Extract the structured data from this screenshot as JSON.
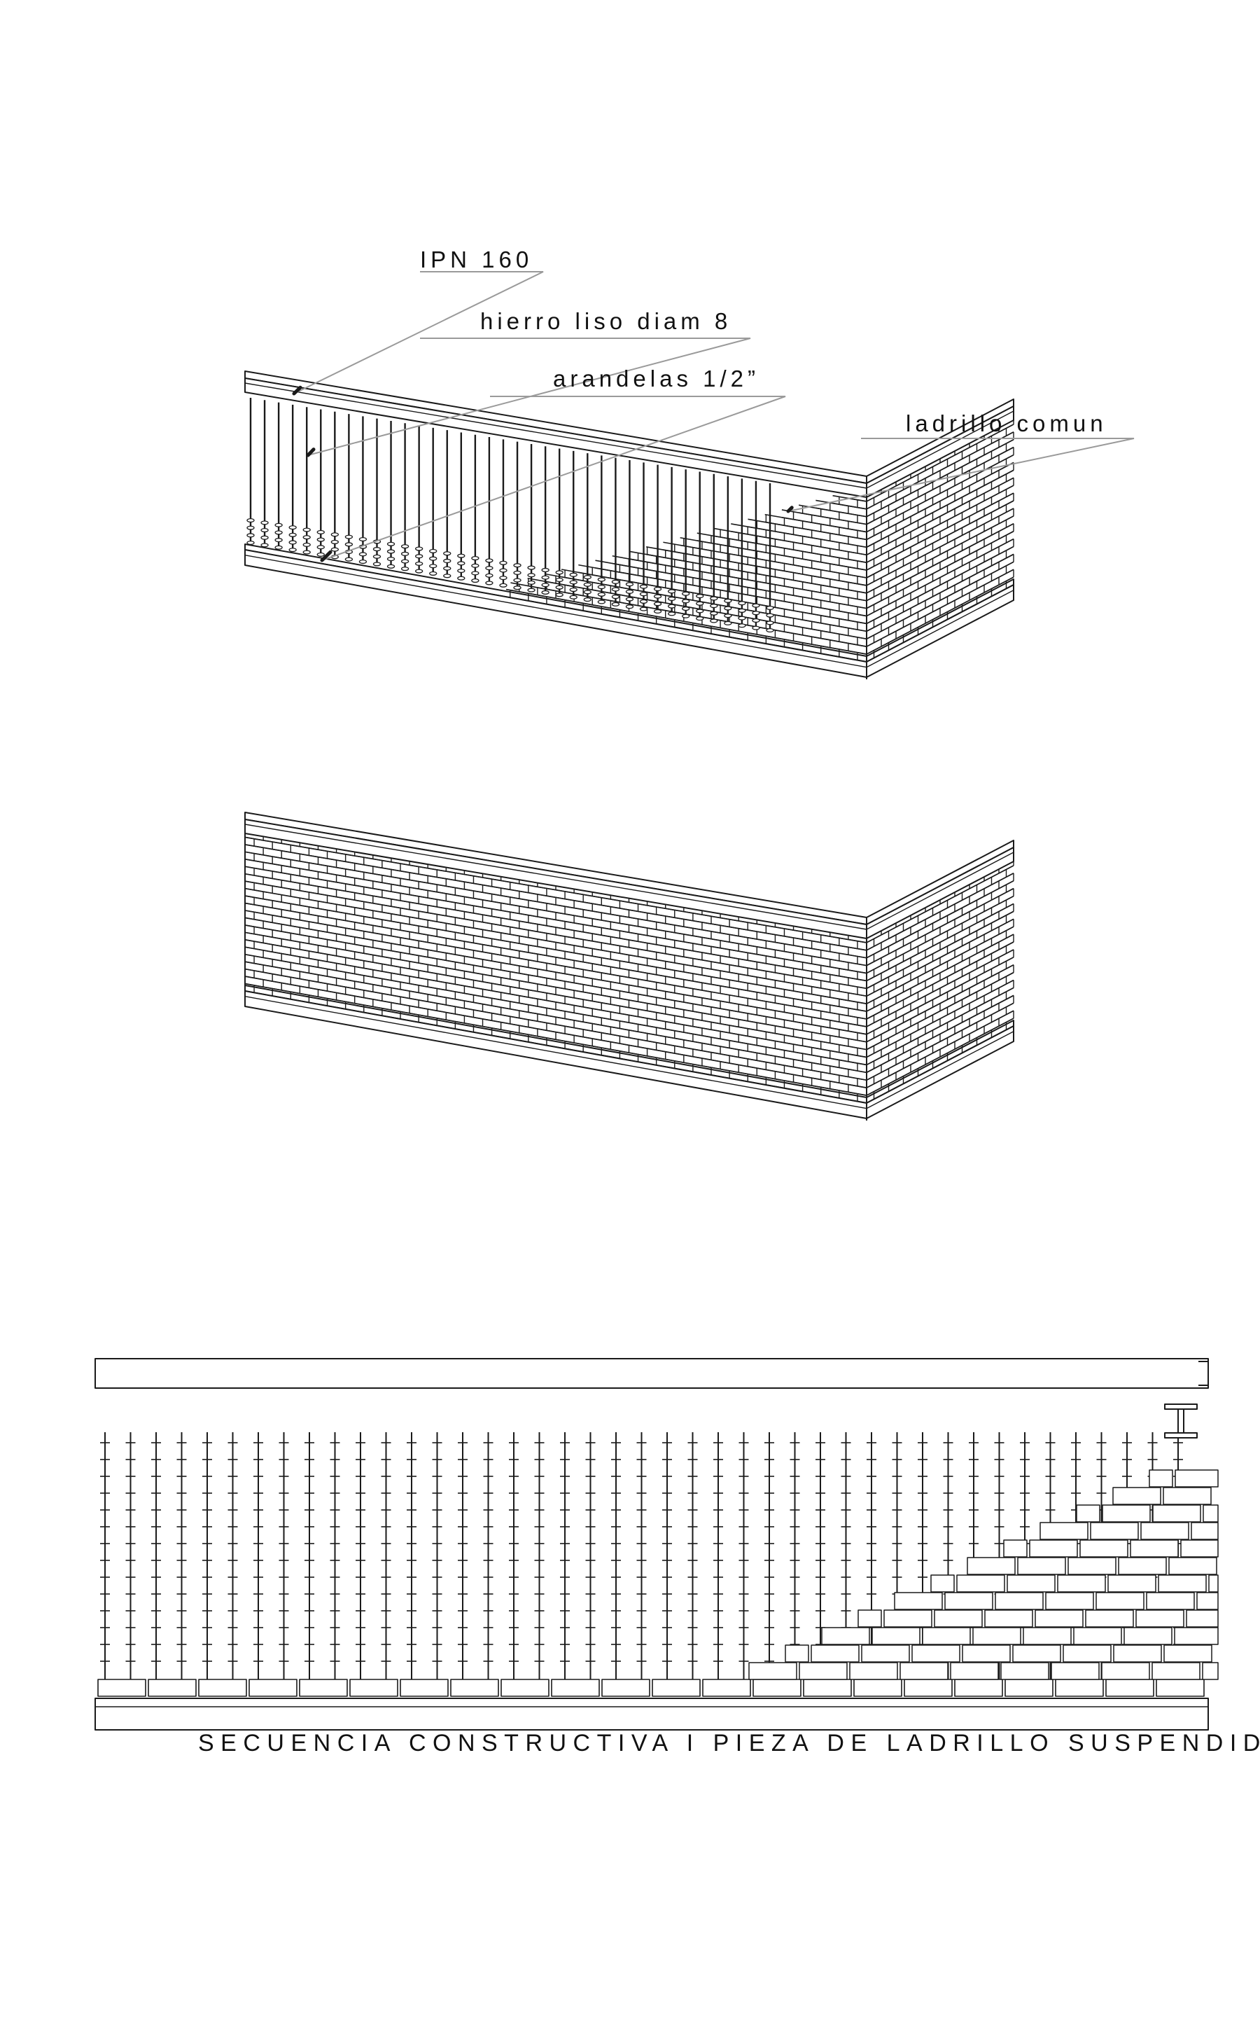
{
  "labels": {
    "ipn": "IPN 160",
    "rod": "hierro liso diam 8",
    "washer": "arandelas 1/2”",
    "brick": "ladrillo comun"
  },
  "caption": "SECUENCIA CONSTRUCTIVA I PIEZA DE LADRILLO SUSPENDIDO",
  "colors": {
    "line": "#1a1a1a",
    "leader": "#9a9a9a",
    "fill": "#ffffff"
  }
}
